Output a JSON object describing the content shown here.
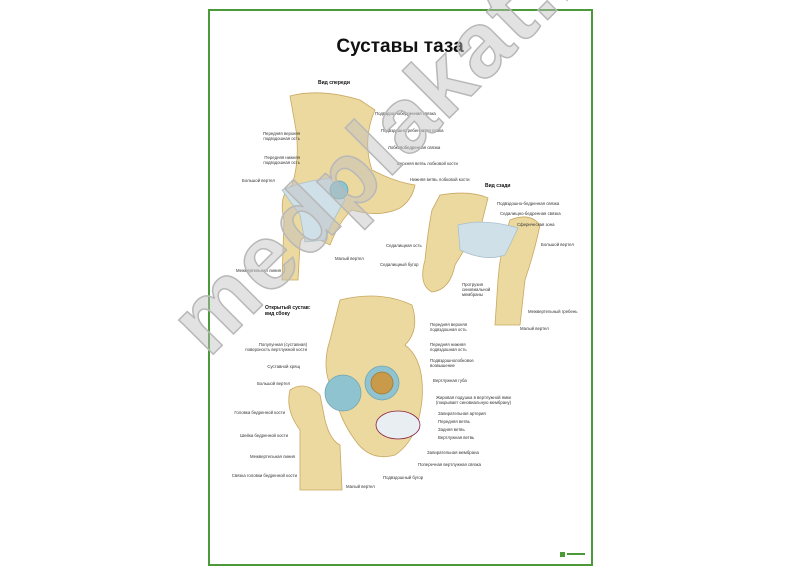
{
  "title": "Суставы таза",
  "front": {
    "heading": "Вид спереди",
    "labels": [
      "Передняя верхняя",
      "подвздошная ость",
      "Передняя нижняя",
      "подвздошная ость",
      "Большой вертел",
      "Межвертельная линия",
      "Малый вертел",
      "Подвздошнобедренная связка",
      "Подвздошногребенчатая сумка",
      "Лобковобедренная связка",
      "Верхняя ветвь лобковой кости",
      "Нижняя ветвь лобковой кости"
    ]
  },
  "back": {
    "heading": "Вид сзади",
    "labels": [
      "Подвздошно-бедренная связка",
      "Седалищно-бедренная связка",
      "Сферическая зона",
      "Большой вертел",
      "Седалищная ость",
      "Седалищный бугор",
      "Протрузия",
      "синовиальной",
      "мембраны",
      "Межвертельный гребень",
      "Малый вертел"
    ]
  },
  "open": {
    "heading": [
      "Открытый сустав:",
      "вид сбоку"
    ],
    "labels": [
      "Полулунная (суставная)",
      "поверхность вертлужной кости",
      "Суставной хрящ",
      "Большой вертел",
      "Головка бедренной кости",
      "Шейка бедренной кости",
      "Межвертельная линия",
      "Связка головки бедренной кости",
      "Малый вертел",
      "Передняя верхняя",
      "подвздошная ость",
      "Передняя нижняя",
      "подвздошная ость",
      "Подвздошнолобковое",
      "возвышение",
      "Вертлужная губа",
      "Жировая подушка в вертлужной ямке",
      "(покрывает синовиальную мембрану)",
      "Запирательная артерия",
      "Передняя ветвь",
      "Задняя ветвь",
      "Вертлужная ветвь",
      "Запирательная мембрана",
      "Поперечная вертлужная связка",
      "Подвздошный бугор"
    ]
  },
  "watermark": "medplakat.ru",
  "colors": {
    "border": "#4a9a3a",
    "bone": "#ecd9a0",
    "ligament": "#c9dde6",
    "cartilage": "#8fc3cf"
  }
}
